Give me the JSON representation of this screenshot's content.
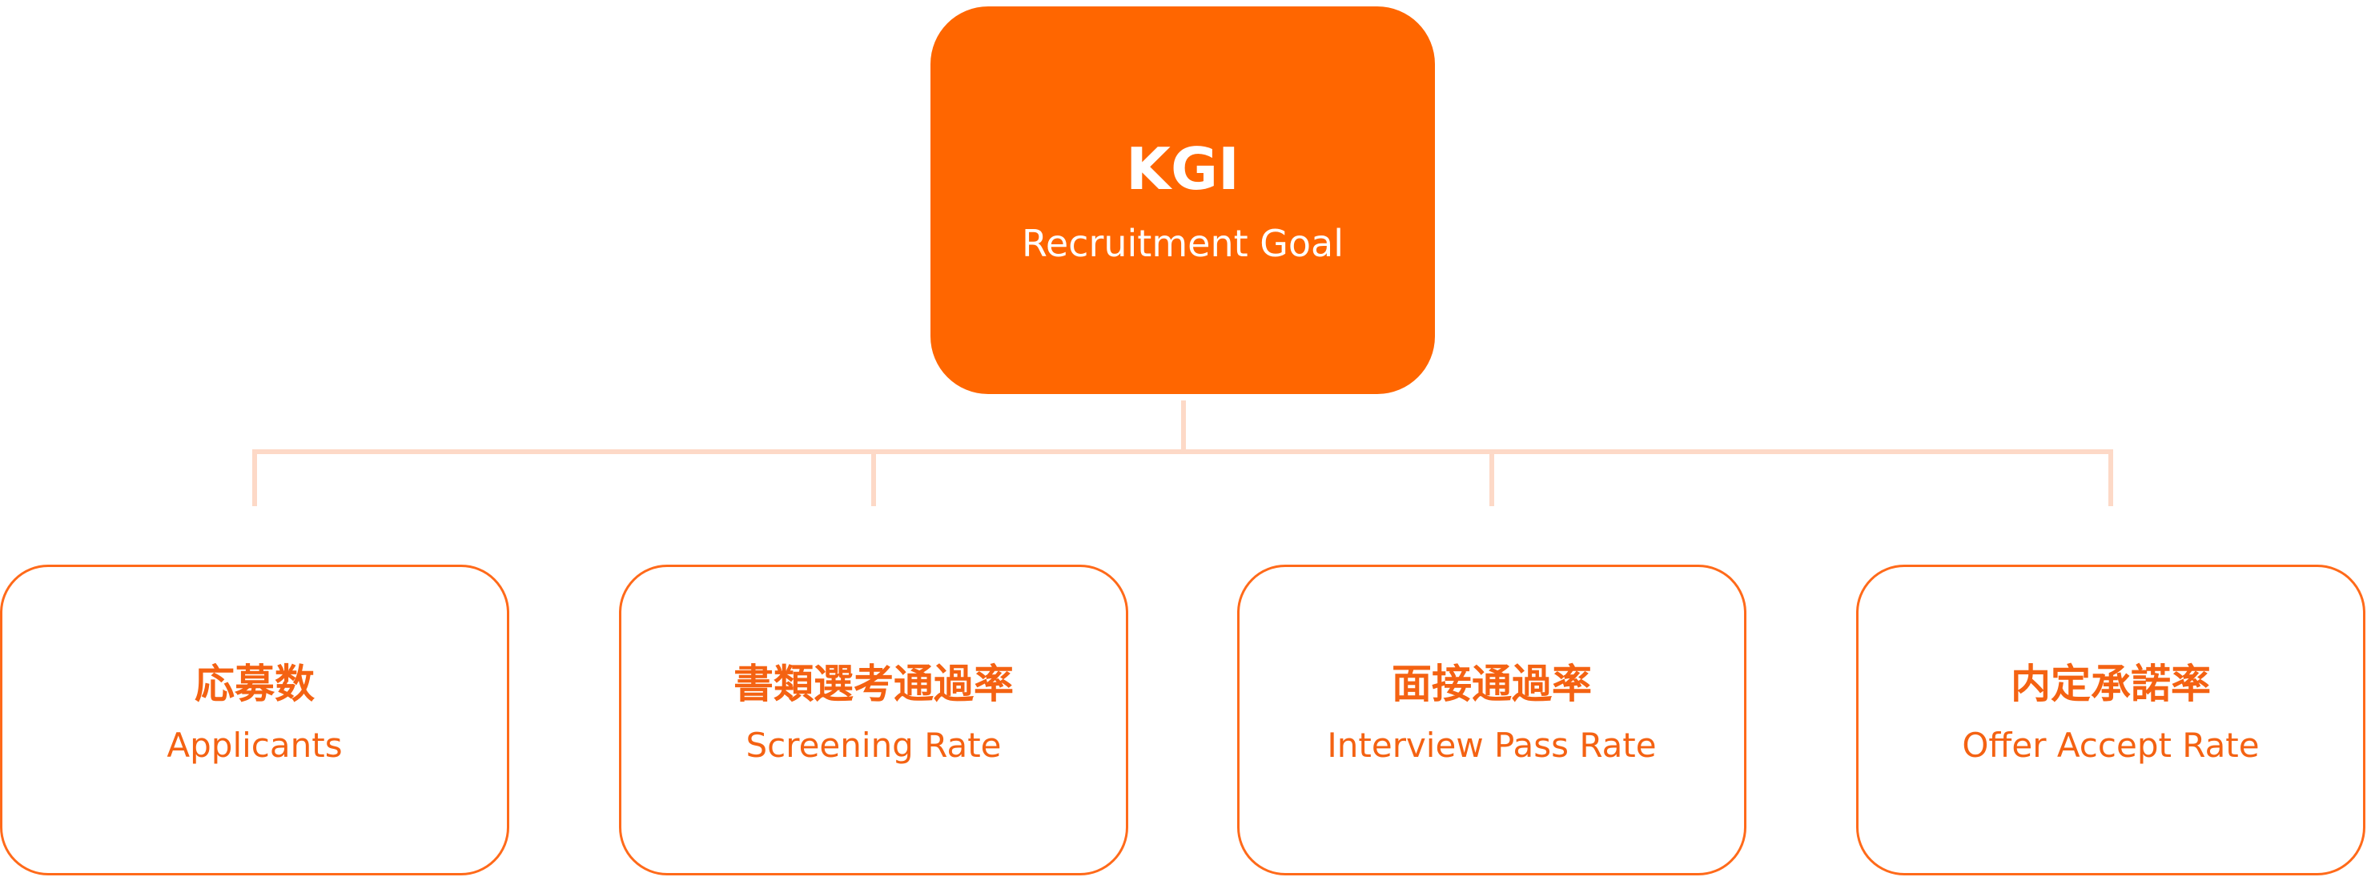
{
  "kgi": {
    "title": "KGI",
    "subtitle": "Recruitment Goal"
  },
  "kpis": [
    {
      "jp": "応募数",
      "en": "Applicants"
    },
    {
      "jp": "書類選考通過率",
      "en": "Screening Rate"
    },
    {
      "jp": "面接通過率",
      "en": "Interview Pass Rate"
    },
    {
      "jp": "内定承諾率",
      "en": "Offer Accept Rate"
    }
  ],
  "colors": {
    "primary": "#ff6600",
    "text_accent": "#f46212",
    "connector": "#fdd9c7",
    "background": "#ffffff"
  }
}
